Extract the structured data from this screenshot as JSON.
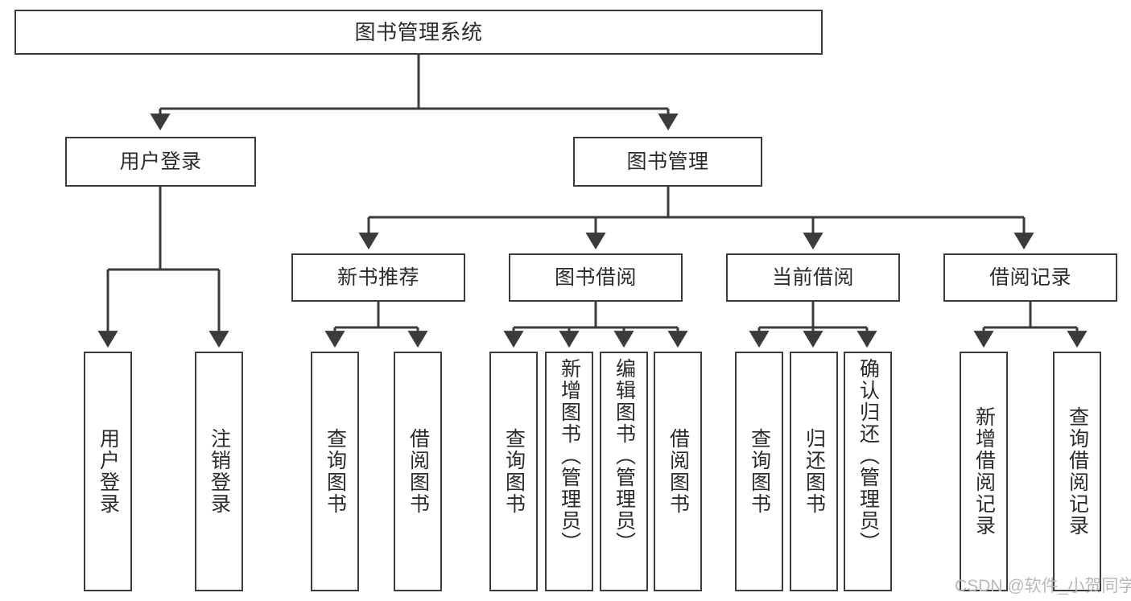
{
  "diagram": {
    "title": "图书管理系统",
    "type": "tree-hierarchy-diagram",
    "stroke_color": "#3b3b3b",
    "fill_color": "#ffffff",
    "text_color": "#2b2b2b",
    "root": {
      "label": "图书管理系统"
    },
    "level1": [
      {
        "label": "用户登录"
      },
      {
        "label": "图书管理"
      }
    ],
    "level2": [
      {
        "label": "新书推荐"
      },
      {
        "label": "图书借阅"
      },
      {
        "label": "当前借阅"
      },
      {
        "label": "借阅记录"
      }
    ],
    "leaves": {
      "user_login": [
        {
          "label": "用户登录"
        },
        {
          "label": "注销登录"
        }
      ],
      "new_book_recommend": [
        {
          "label": "查询图书"
        },
        {
          "label": "借阅图书"
        }
      ],
      "book_borrow": [
        {
          "label": "查询图书"
        },
        {
          "label": "新增图书（管理员）"
        },
        {
          "label": "编辑图书（管理员）"
        },
        {
          "label": "借阅图书"
        }
      ],
      "current_borrow": [
        {
          "label": "查询图书"
        },
        {
          "label": "归还图书"
        },
        {
          "label": "确认归还（管理员）"
        }
      ],
      "borrow_record": [
        {
          "label": "新增借阅记录"
        },
        {
          "label": "查询借阅记录"
        }
      ]
    }
  },
  "watermark": {
    "text": "CSDN @软件_小贺同学"
  }
}
